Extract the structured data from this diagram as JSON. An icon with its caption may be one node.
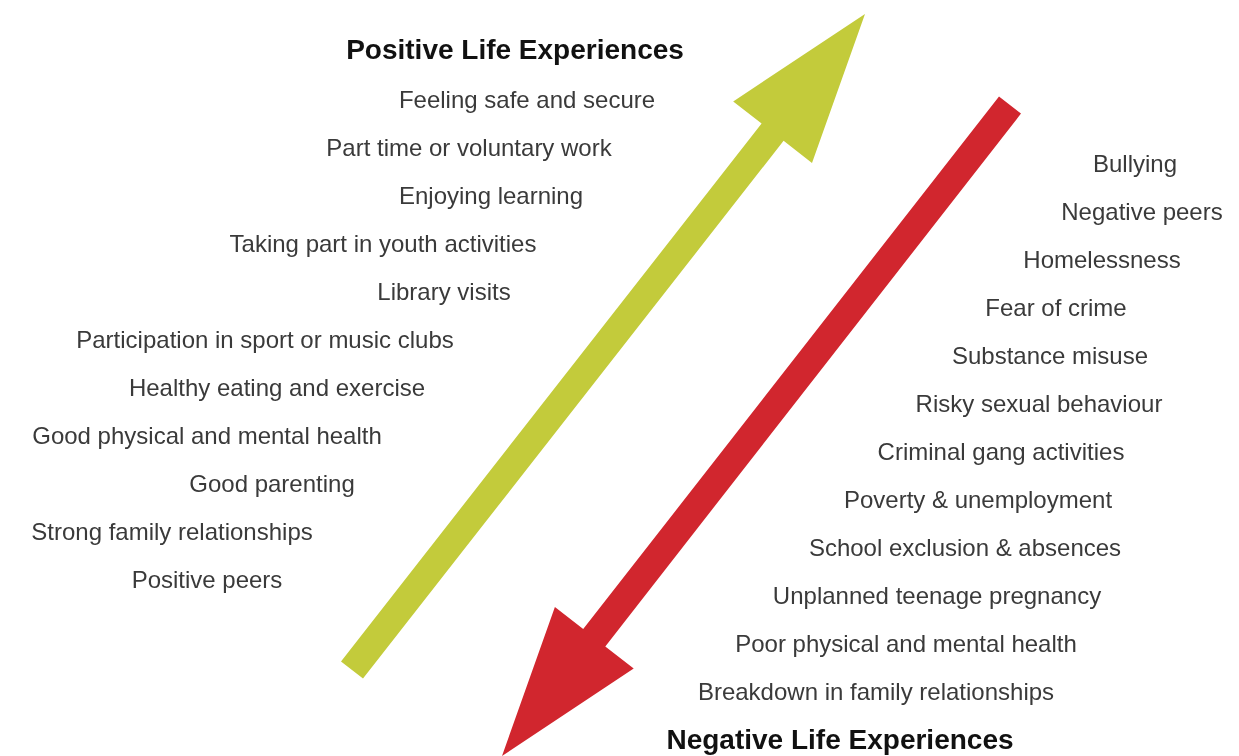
{
  "diagram": {
    "labels": [
      "Positive Life Experiences",
      "Feeling safe and secure",
      "Part time or voluntary work",
      "Enjoying learning",
      "Taking part in youth activities",
      "Library visits",
      "Participation in sport or music clubs",
      "Healthy eating and exercise",
      "Good physical and mental health",
      "Good parenting",
      "Strong family relationships",
      "Positive peers",
      "Bullying",
      "Negative peers",
      "Homelessness",
      "Fear of crime",
      "Substance misuse",
      "Risky sexual behaviour",
      "Criminal gang activities",
      "Poverty & unemployment",
      "School exclusion & absences",
      "Unplanned teenage pregnancy",
      "Poor physical and mental health",
      "Breakdown in family relationships",
      "Negative Life Experiences"
    ]
  }
}
